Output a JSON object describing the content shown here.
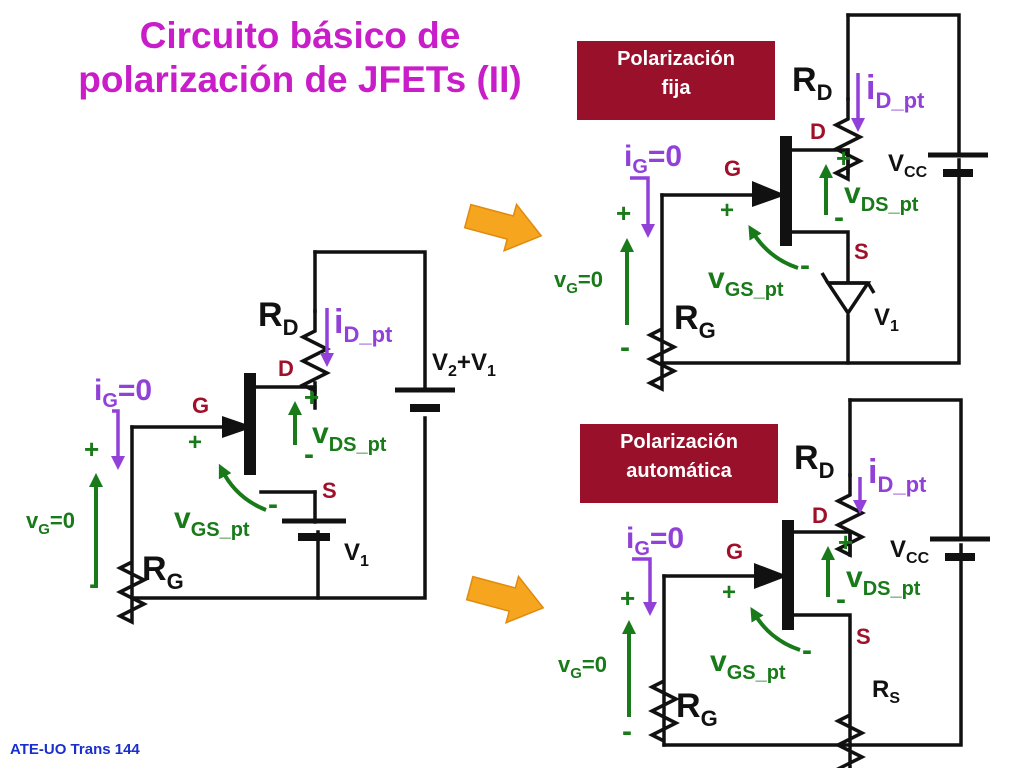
{
  "title": {
    "line1": "Circuito básico de",
    "line2": "polarización de JFETs (II)"
  },
  "badges": {
    "fixed": {
      "line1": "Polarización",
      "line2": "fija"
    },
    "auto": {
      "line1": "Polarización",
      "line2": "automática"
    }
  },
  "footer": "ATE-UO Trans 144",
  "labels": {
    "rd": "R",
    "rd_sub": "D",
    "rg": "R",
    "rg_sub": "G",
    "rs": "R",
    "rs_sub": "S",
    "id": "i",
    "id_sub": "D_pt",
    "ig": "i",
    "ig_sub": "G",
    "ig_val": "=0",
    "vg": "v",
    "vg_sub": "G",
    "vg_val": "=0",
    "vds": "v",
    "vds_sub": "DS_pt",
    "vgs": "v",
    "vgs_sub": "GS_pt",
    "pin_d": "D",
    "pin_g": "G",
    "pin_s": "S",
    "plus": "+",
    "minus": "-",
    "v1": "V",
    "v1_sub": "1",
    "vcc": "V",
    "vcc_sub": "CC",
    "v2v1_a": "V",
    "v2v1_sub2": "2",
    "v2v1_mid": "+V",
    "v2v1_sub1": "1"
  },
  "colors": {
    "title": "#c81dc8",
    "badge": "#98102a",
    "wire": "#111111",
    "current": "#9140d8",
    "voltage": "#187a18",
    "pin": "#a0102a",
    "arrow": "#f5a51e",
    "footer": "#1a2fcc"
  }
}
